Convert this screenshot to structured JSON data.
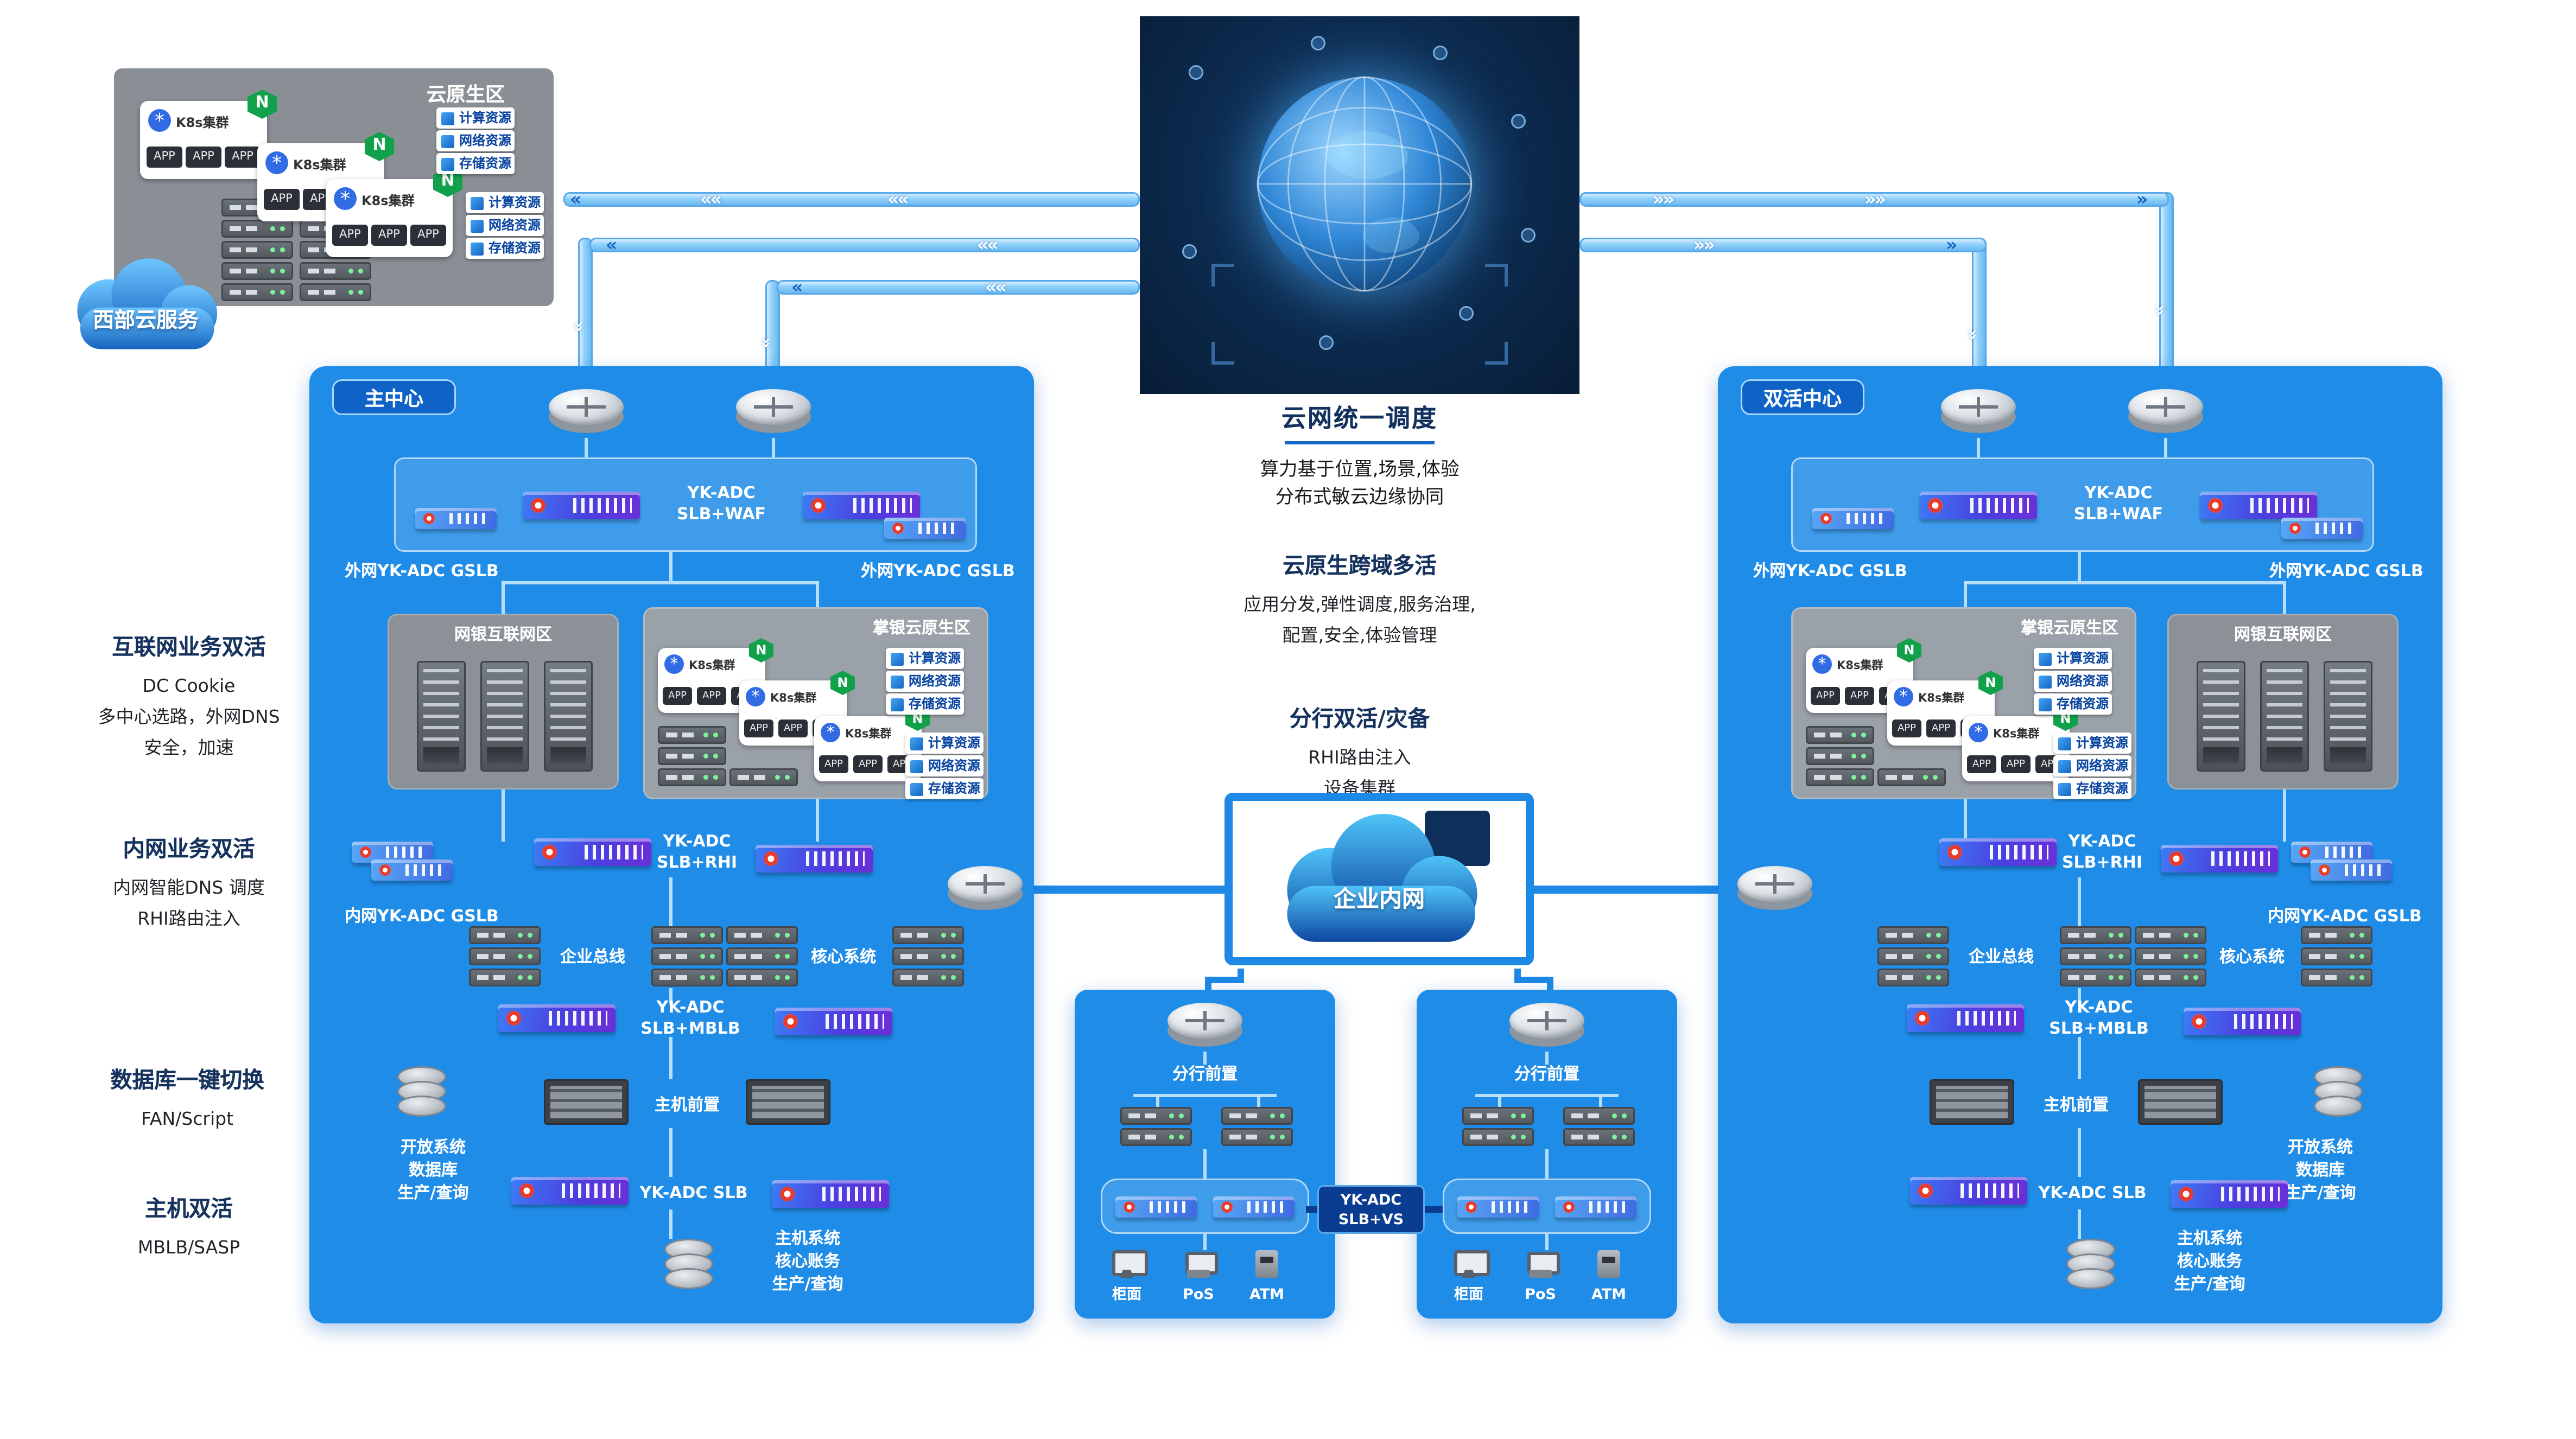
{
  "colors": {
    "box_blue": "#1f8ce8",
    "deep_blue": "#0f62c6",
    "tag_blue": "#0a3d91",
    "pipe_blue": "#8fd0fb",
    "zone_gray": "#8b9197",
    "nginx_green": "#12a14b",
    "k8s_blue": "#326ce5"
  },
  "common": {
    "k8s_cluster": "K8s集群",
    "app": "APP",
    "res": [
      "计算资源",
      "网络资源",
      "存储资源"
    ]
  },
  "west": {
    "zone_title": "云原生区",
    "cloud_label": "西部云服务"
  },
  "hub": {
    "title": "云网统一调度",
    "line1": "算力基于位置,场景,体验",
    "line2": "分布式敏云边缘协同"
  },
  "notes_center": {
    "multi_title": "云原生跨域多活",
    "multi_line1": "应用分发,弹性调度,服务治理,",
    "multi_line2": "配置,安全,体验管理",
    "branch_title": "分行双活/灾备",
    "branch_line1": "RHI路由注入",
    "branch_line2": "设备集群"
  },
  "notes_left": {
    "n1_title": "互联网业务双活",
    "n1_line1": "DC Cookie",
    "n1_line2": "多中心选路，外网DNS",
    "n1_line3": "安全，加速",
    "n2_title": "内网业务双活",
    "n2_line1": "内网智能DNS 调度",
    "n2_line2": "RHI路由注入",
    "n3_title": "数据库一键切换",
    "n3_line1": "FAN/Script",
    "n4_title": "主机双活",
    "n4_line1": "MBLB/SASP"
  },
  "intranet": {
    "label": "企业内网"
  },
  "main": {
    "title": "主中心",
    "slb_waf": "YK-ADC\nSLB+WAF",
    "gslb_ext": "外网YK-ADC GSLB",
    "zone_web": "网银互联网区",
    "zone_palm": "掌银云原生区",
    "slb_rhi": "YK-ADC\nSLB+RHI",
    "gslb_int": "内网YK-ADC GSLB",
    "bus": "企业总线",
    "core": "核心系统",
    "slb_mblb": "YK-ADC\nSLB+MBLB",
    "host_front": "主机前置",
    "open_sys": "开放系统\n数据库\n生产/查询",
    "slb": "YK-ADC SLB",
    "host_sys": "主机系统\n核心账务\n生产/查询"
  },
  "dual": {
    "title": "双活中心",
    "slb_waf": "YK-ADC\nSLB+WAF",
    "gslb_ext": "外网YK-ADC GSLB",
    "zone_web": "网银互联网区",
    "zone_palm": "掌银云原生区",
    "slb_rhi": "YK-ADC\nSLB+RHI",
    "gslb_int": "内网YK-ADC GSLB",
    "bus": "企业总线",
    "core": "核心系统",
    "slb_mblb": "YK-ADC\nSLB+MBLB",
    "host_front": "主机前置",
    "open_sys": "开放系统\n数据库\n生产/查询",
    "slb": "YK-ADC SLB",
    "host_sys": "主机系统\n核心账务\n生产/查询"
  },
  "branch": {
    "front": "分行前置",
    "slb_vs": "YK-ADC\nSLB+VS",
    "t1": "柜面",
    "t2": "PoS",
    "t3": "ATM"
  }
}
